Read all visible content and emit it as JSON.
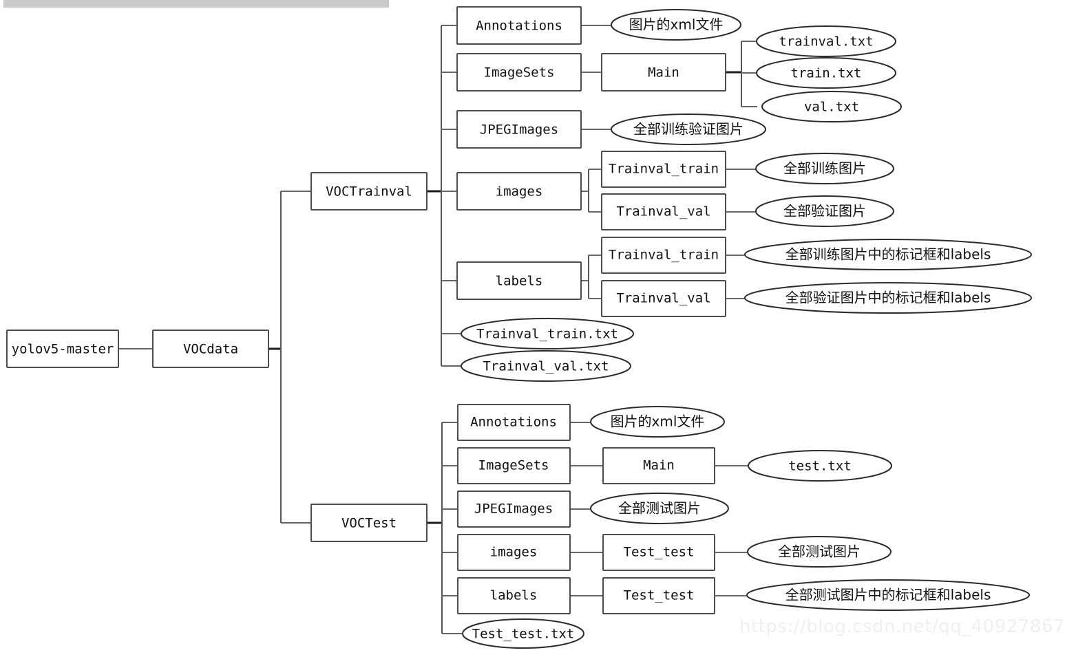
{
  "topbar": {
    "present": true,
    "color": "#c9c9c9"
  },
  "watermark": {
    "text": "https://blog.csdn.net/qq_40927867",
    "color": "#f0f0f0"
  },
  "colors": {
    "box_stroke": "#4d4d4d",
    "ellipse_stroke": "#2b2b2b",
    "edge": "#666666",
    "background": "#ffffff",
    "text": "#111111"
  },
  "tree": {
    "root": {
      "label": "yolov5-master",
      "shape": "rect"
    },
    "level1": {
      "label": "VOCdata",
      "shape": "rect"
    },
    "branches": [
      {
        "label": "VOCTrainval",
        "shape": "rect",
        "children": [
          {
            "label": "Annotations",
            "shape": "rect",
            "children": [
              {
                "label": "图片的xml文件",
                "shape": "ellipse",
                "cjk": true
              }
            ]
          },
          {
            "label": "ImageSets",
            "shape": "rect",
            "children": [
              {
                "label": "Main",
                "shape": "rect",
                "children": [
                  {
                    "label": "trainval.txt",
                    "shape": "ellipse"
                  },
                  {
                    "label": "train.txt",
                    "shape": "ellipse"
                  },
                  {
                    "label": "val.txt",
                    "shape": "ellipse"
                  }
                ]
              }
            ]
          },
          {
            "label": "JPEGImages",
            "shape": "rect",
            "children": [
              {
                "label": "全部训练验证图片",
                "shape": "ellipse",
                "cjk": true
              }
            ]
          },
          {
            "label": "images",
            "shape": "rect",
            "children": [
              {
                "label": "Trainval_train",
                "shape": "rect",
                "children": [
                  {
                    "label": "全部训练图片",
                    "shape": "ellipse",
                    "cjk": true
                  }
                ]
              },
              {
                "label": "Trainval_val",
                "shape": "rect",
                "children": [
                  {
                    "label": "全部验证图片",
                    "shape": "ellipse",
                    "cjk": true
                  }
                ]
              }
            ]
          },
          {
            "label": "labels",
            "shape": "rect",
            "children": [
              {
                "label": "Trainval_train",
                "shape": "rect",
                "children": [
                  {
                    "label": "全部训练图片中的标记框和labels",
                    "shape": "ellipse",
                    "cjk": true
                  }
                ]
              },
              {
                "label": "Trainval_val",
                "shape": "rect",
                "children": [
                  {
                    "label": "全部验证图片中的标记框和labels",
                    "shape": "ellipse",
                    "cjk": true
                  }
                ]
              }
            ]
          },
          {
            "label": "Trainval_train.txt",
            "shape": "ellipse"
          },
          {
            "label": "Trainval_val.txt",
            "shape": "ellipse"
          }
        ]
      },
      {
        "label": "VOCTest",
        "shape": "rect",
        "children": [
          {
            "label": "Annotations",
            "shape": "rect",
            "children": [
              {
                "label": "图片的xml文件",
                "shape": "ellipse",
                "cjk": true
              }
            ]
          },
          {
            "label": "ImageSets",
            "shape": "rect",
            "children": [
              {
                "label": "Main",
                "shape": "rect",
                "children": [
                  {
                    "label": "test.txt",
                    "shape": "ellipse"
                  }
                ]
              }
            ]
          },
          {
            "label": "JPEGImages",
            "shape": "rect",
            "children": [
              {
                "label": "全部测试图片",
                "shape": "ellipse",
                "cjk": true
              }
            ]
          },
          {
            "label": "images",
            "shape": "rect",
            "children": [
              {
                "label": "Test_test",
                "shape": "rect",
                "children": [
                  {
                    "label": "全部测试图片",
                    "shape": "ellipse",
                    "cjk": true
                  }
                ]
              }
            ]
          },
          {
            "label": "labels",
            "shape": "rect",
            "children": [
              {
                "label": "Test_test",
                "shape": "rect",
                "children": [
                  {
                    "label": "全部测试图片中的标记框和labels",
                    "shape": "ellipse",
                    "cjk": true
                  }
                ]
              }
            ]
          },
          {
            "label": "Test_test.txt",
            "shape": "ellipse"
          }
        ]
      }
    ]
  },
  "nodes": {
    "yolov5_master": "yolov5-master",
    "vocdata": "VOCdata",
    "voctrainval": "VOCTrainval",
    "voctest": "VOCTest",
    "tv_annotations": "Annotations",
    "tv_imagesets": "ImageSets",
    "tv_main": "Main",
    "tv_jpegimages": "JPEGImages",
    "tv_images": "images",
    "tv_labels": "labels",
    "tv_images_train": "Trainval_train",
    "tv_images_val": "Trainval_val",
    "tv_labels_train": "Trainval_train",
    "tv_labels_val": "Trainval_val",
    "tv_trainval_txt": "trainval.txt",
    "tv_train_txt": "train.txt",
    "tv_val_txt": "val.txt",
    "tv_xml": "图片的xml文件",
    "tv_all_tv_imgs": "全部训练验证图片",
    "tv_all_train_imgs": "全部训练图片",
    "tv_all_val_imgs": "全部验证图片",
    "tv_all_train_lbls": "全部训练图片中的标记框和labels",
    "tv_all_val_lbls": "全部验证图片中的标记框和labels",
    "tv_trainval_train_file": "Trainval_train.txt",
    "tv_trainval_val_file": "Trainval_val.txt",
    "te_annotations": "Annotations",
    "te_imagesets": "ImageSets",
    "te_main": "Main",
    "te_jpegimages": "JPEGImages",
    "te_images": "images",
    "te_labels": "labels",
    "te_images_test": "Test_test",
    "te_labels_test": "Test_test",
    "te_test_txt": "test.txt",
    "te_xml": "图片的xml文件",
    "te_all_test_imgs": "全部测试图片",
    "te_all_test_imgs2": "全部测试图片",
    "te_all_test_lbls": "全部测试图片中的标记框和labels",
    "te_test_test_file": "Test_test.txt"
  }
}
